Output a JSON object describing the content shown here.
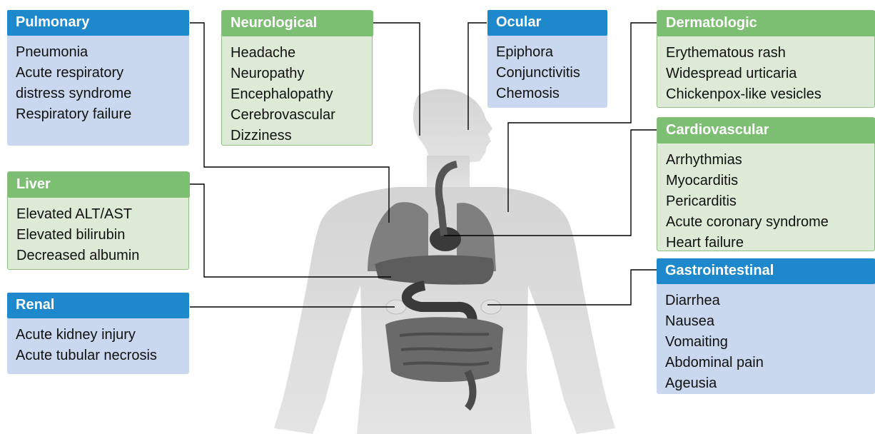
{
  "panels": {
    "pulmonary": {
      "title": "Pulmonary",
      "items": [
        "Pneumonia",
        "Acute respiratory",
        "distress syndrome",
        "Respiratory failure"
      ]
    },
    "neurological": {
      "title": "Neurological",
      "items": [
        "Headache",
        "Neuropathy",
        "Encephalopathy",
        "Cerebrovascular",
        "Dizziness"
      ]
    },
    "ocular": {
      "title": "Ocular",
      "items": [
        "Epiphora",
        "Conjunctivitis",
        "Chemosis"
      ]
    },
    "dermatologic": {
      "title": "Dermatologic",
      "items": [
        "Erythematous rash",
        "Widespread urticaria",
        "Chickenpox-like vesicles"
      ]
    },
    "cardiovascular": {
      "title": "Cardiovascular",
      "items": [
        "Arrhythmias",
        "Myocarditis",
        "Pericarditis",
        "Acute coronary syndrome",
        "Heart failure"
      ]
    },
    "liver": {
      "title": "Liver",
      "items": [
        "Elevated ALT/AST",
        "Elevated bilirubin",
        "Decreased albumin"
      ]
    },
    "renal": {
      "title": "Renal",
      "items": [
        "Acute kidney injury",
        "Acute tubular necrosis"
      ]
    },
    "gastrointestinal": {
      "title": "Gastrointestinal",
      "items": [
        "Diarrhea",
        "Nausea",
        "Vomaiting",
        "Abdominal pain",
        "Ageusia"
      ]
    }
  },
  "colors": {
    "blue_header": "#1e88cc",
    "blue_body": "#c9d8ee",
    "green_header": "#7dbf72",
    "green_body": "#ddebd6",
    "silhouette": "#cfcfcf",
    "organ": "#6a6a6a"
  }
}
